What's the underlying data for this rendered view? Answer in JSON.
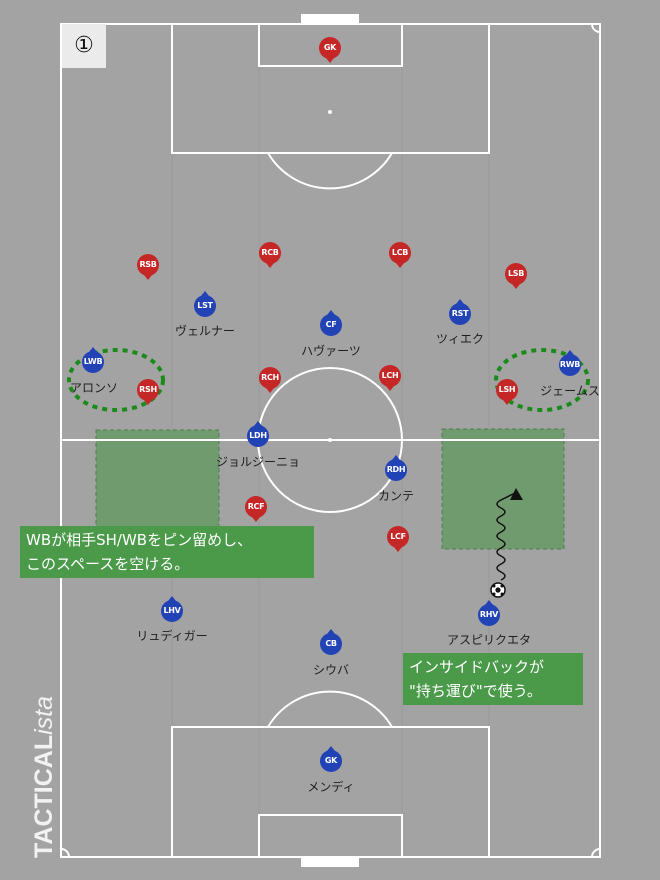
{
  "diagram": {
    "number_badge": "①",
    "brand": {
      "part1": "TACTICAL",
      "part2": "ista"
    },
    "notes": [
      {
        "lines": [
          "WBが相手SH/WBをピン留めし、",
          "このスペースを空ける。"
        ]
      },
      {
        "lines": [
          "インサイドバックが",
          "\"持ち運び\"で使う。"
        ]
      }
    ],
    "red_team": [
      {
        "pos": "GK"
      },
      {
        "pos": "RSB"
      },
      {
        "pos": "RCB"
      },
      {
        "pos": "LCB"
      },
      {
        "pos": "LSB"
      },
      {
        "pos": "RSH"
      },
      {
        "pos": "RCH"
      },
      {
        "pos": "LCH"
      },
      {
        "pos": "LSH"
      },
      {
        "pos": "RCF"
      },
      {
        "pos": "LCF"
      }
    ],
    "blue_team": [
      {
        "pos": "LST",
        "name": "ヴェルナー"
      },
      {
        "pos": "CF",
        "name": "ハヴァーツ"
      },
      {
        "pos": "RST",
        "name": "ツィエク"
      },
      {
        "pos": "LWB",
        "name": "アロンソ"
      },
      {
        "pos": "RWB",
        "name": "ジェームス"
      },
      {
        "pos": "LDH",
        "name": "ジョルジーニョ"
      },
      {
        "pos": "RDH",
        "name": "カンテ"
      },
      {
        "pos": "LHV",
        "name": "リュディガー"
      },
      {
        "pos": "RHV",
        "name": "アスピリクエタ"
      },
      {
        "pos": "CB",
        "name": "シウバ"
      },
      {
        "pos": "GK",
        "name": "メンディ"
      }
    ]
  }
}
